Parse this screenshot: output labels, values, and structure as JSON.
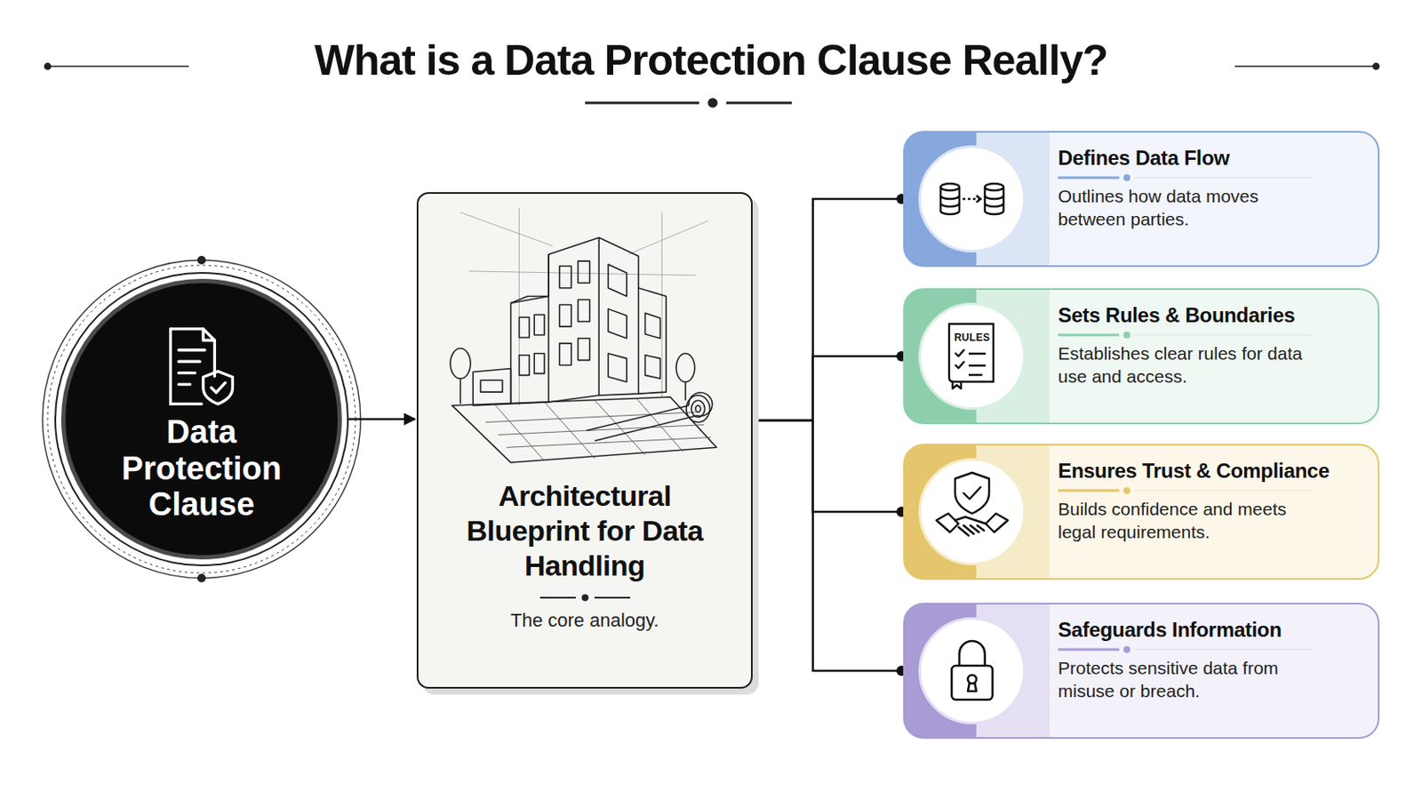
{
  "diagram": {
    "title": "What is a Data Protection Clause Really?",
    "nodes": [
      {
        "text": [
          "Data Protection Clause"
        ]
      },
      {
        "text": [
          "Architectural Blueprint for Data Handling",
          "The core analogy."
        ]
      },
      {
        "text": [
          "Defines Data Flow",
          "Outlines how data moves between parties."
        ]
      },
      {
        "text": [
          "Sets Rules & Boundaries",
          "Establishes clear rules for data use and access."
        ]
      },
      {
        "text": [
          "Ensures Trust & Compliance",
          "Builds confidence and meets legal requirements."
        ]
      },
      {
        "text": [
          "Safeguards Information",
          "Protects sensitive data from misuse or breach."
        ]
      }
    ],
    "edges": [
      {
        "from": 0,
        "to": 1,
        "arrow": "to"
      },
      {
        "from": 1,
        "to": 2,
        "arrow": "none"
      },
      {
        "from": 1,
        "to": 3,
        "arrow": "none"
      },
      {
        "from": 1,
        "to": 4,
        "arrow": "none"
      },
      {
        "from": 1,
        "to": 5,
        "arrow": "none"
      }
    ],
    "labels": [
      "RULES"
    ]
  }
}
